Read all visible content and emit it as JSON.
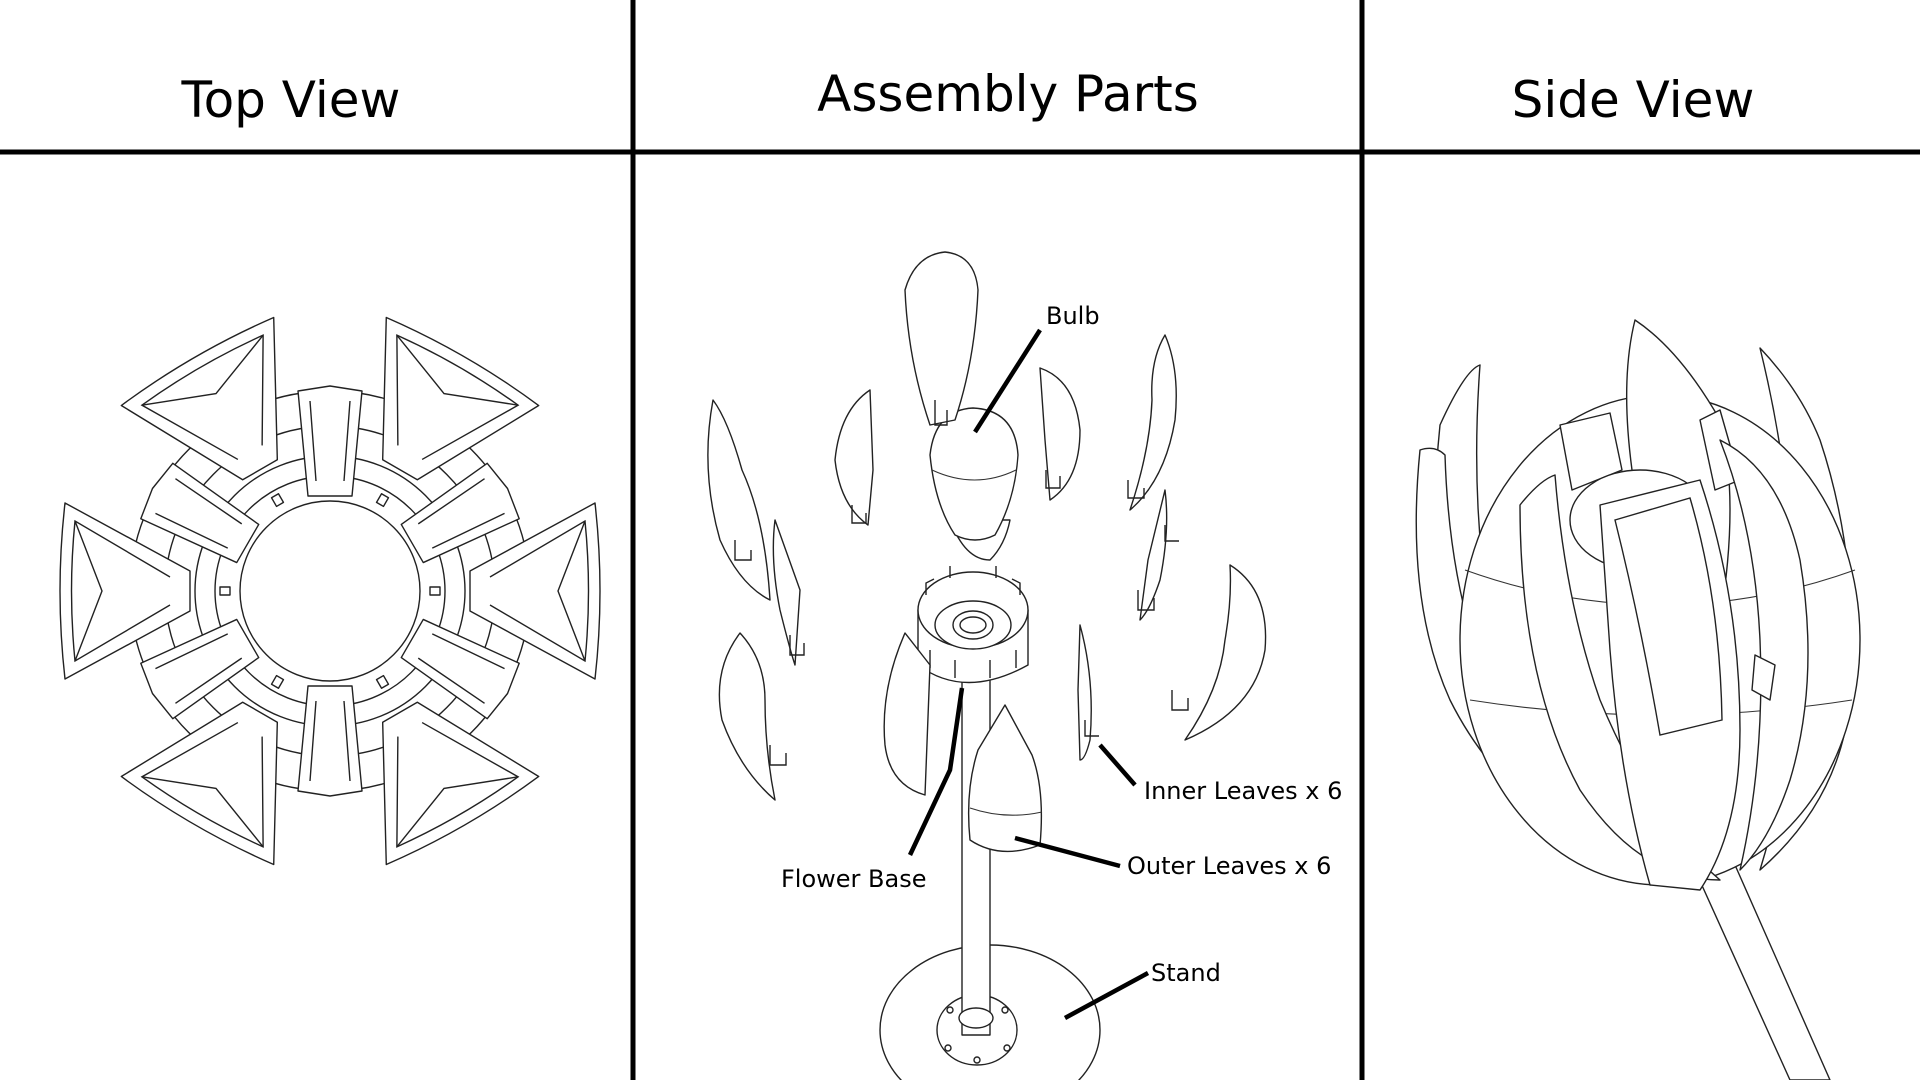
{
  "panels": {
    "top_view": {
      "title": "Top View"
    },
    "assembly_parts": {
      "title": "Assembly Parts"
    },
    "side_view": {
      "title": "Side View"
    }
  },
  "callouts": {
    "bulb": "Bulb",
    "inner_leaves": "Inner Leaves x 6",
    "outer_leaves": "Outer Leaves x 6",
    "flower_base": "Flower Base",
    "stand": "Stand"
  }
}
